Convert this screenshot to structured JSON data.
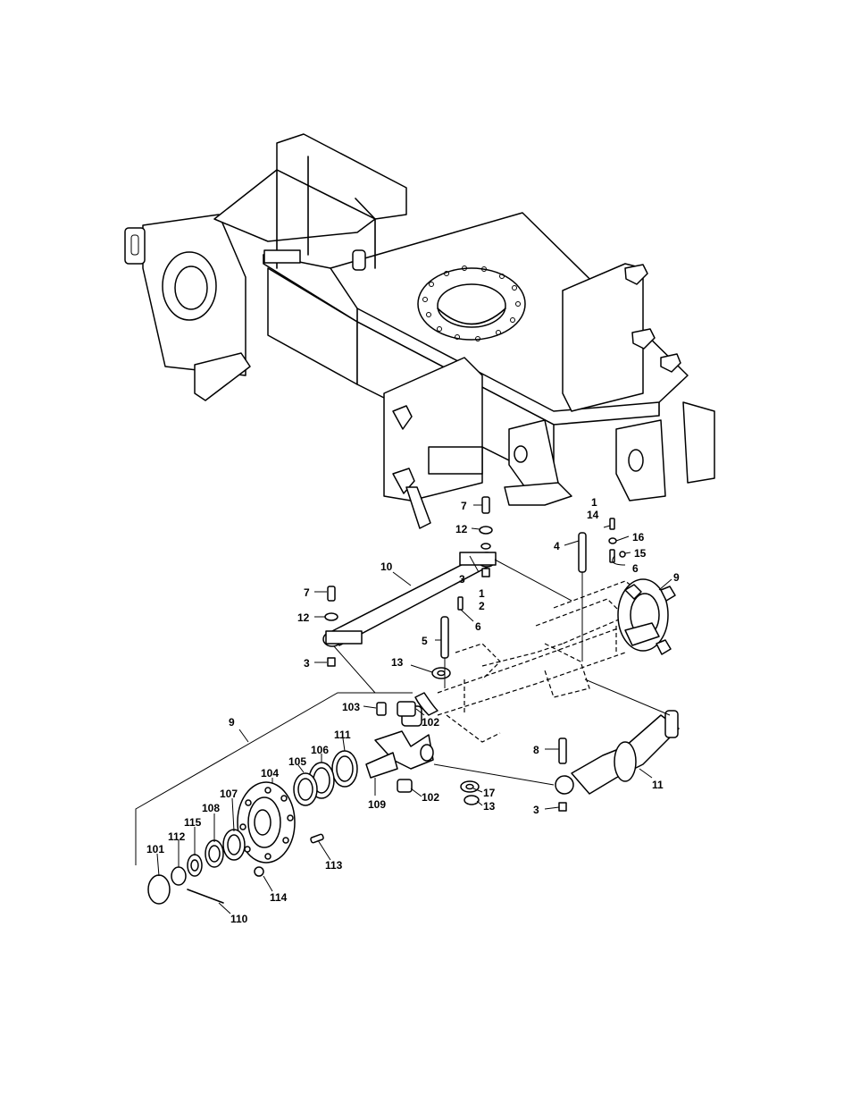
{
  "callouts": [
    {
      "id": "c7a",
      "text": "7"
    },
    {
      "id": "c12a",
      "text": "12"
    },
    {
      "id": "c3a",
      "text": "3"
    },
    {
      "id": "c1a",
      "text": "1"
    },
    {
      "id": "c14",
      "text": "14"
    },
    {
      "id": "c4",
      "text": "4"
    },
    {
      "id": "c16",
      "text": "16"
    },
    {
      "id": "c15",
      "text": "15"
    },
    {
      "id": "c6a",
      "text": "6"
    },
    {
      "id": "c9a",
      "text": "9"
    },
    {
      "id": "c10",
      "text": "10"
    },
    {
      "id": "c7b",
      "text": "7"
    },
    {
      "id": "c1b",
      "text": "1"
    },
    {
      "id": "c2",
      "text": "2"
    },
    {
      "id": "c6b",
      "text": "6"
    },
    {
      "id": "c12b",
      "text": "12"
    },
    {
      "id": "c5",
      "text": "5"
    },
    {
      "id": "c3b",
      "text": "3"
    },
    {
      "id": "c13a",
      "text": "13"
    },
    {
      "id": "c103",
      "text": "103"
    },
    {
      "id": "c102a",
      "text": "102"
    },
    {
      "id": "c9b",
      "text": "9"
    },
    {
      "id": "c111",
      "text": "111"
    },
    {
      "id": "c106",
      "text": "106"
    },
    {
      "id": "c105",
      "text": "105"
    },
    {
      "id": "c104",
      "text": "104"
    },
    {
      "id": "c8",
      "text": "8"
    },
    {
      "id": "c11",
      "text": "11"
    },
    {
      "id": "c109",
      "text": "109"
    },
    {
      "id": "c102b",
      "text": "102"
    },
    {
      "id": "c17",
      "text": "17"
    },
    {
      "id": "c13b",
      "text": "13"
    },
    {
      "id": "c3c",
      "text": "3"
    },
    {
      "id": "c107",
      "text": "107"
    },
    {
      "id": "c108",
      "text": "108"
    },
    {
      "id": "c115",
      "text": "115"
    },
    {
      "id": "c112",
      "text": "112"
    },
    {
      "id": "c101",
      "text": "101"
    },
    {
      "id": "c113",
      "text": "113"
    },
    {
      "id": "c114",
      "text": "114"
    },
    {
      "id": "c110",
      "text": "110"
    }
  ]
}
